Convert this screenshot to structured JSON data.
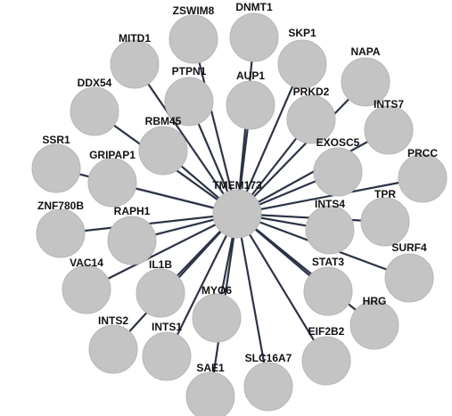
{
  "graph": {
    "colors": {
      "node": "#c4c4c4",
      "edge": "#2b3346",
      "label": "#111111"
    },
    "hub": "TMEM173",
    "nodes": [
      "ZSWIM8",
      "DNMT1",
      "MITD1",
      "SKP1",
      "NAPA",
      "PTPN1",
      "AUP1",
      "DDX54",
      "PRKD2",
      "INTS7",
      "RBM45",
      "SSR1",
      "EXOSC5",
      "PRCC",
      "GRIPAP1",
      "ZNF780B",
      "TPR",
      "INTS4",
      "RAPH1",
      "SURF4",
      "STAT3",
      "VAC14",
      "IL1B",
      "MYO6",
      "HRG",
      "INTS2",
      "INTS1",
      "EIF2B2",
      "SAE1",
      "SLC16A7"
    ]
  }
}
